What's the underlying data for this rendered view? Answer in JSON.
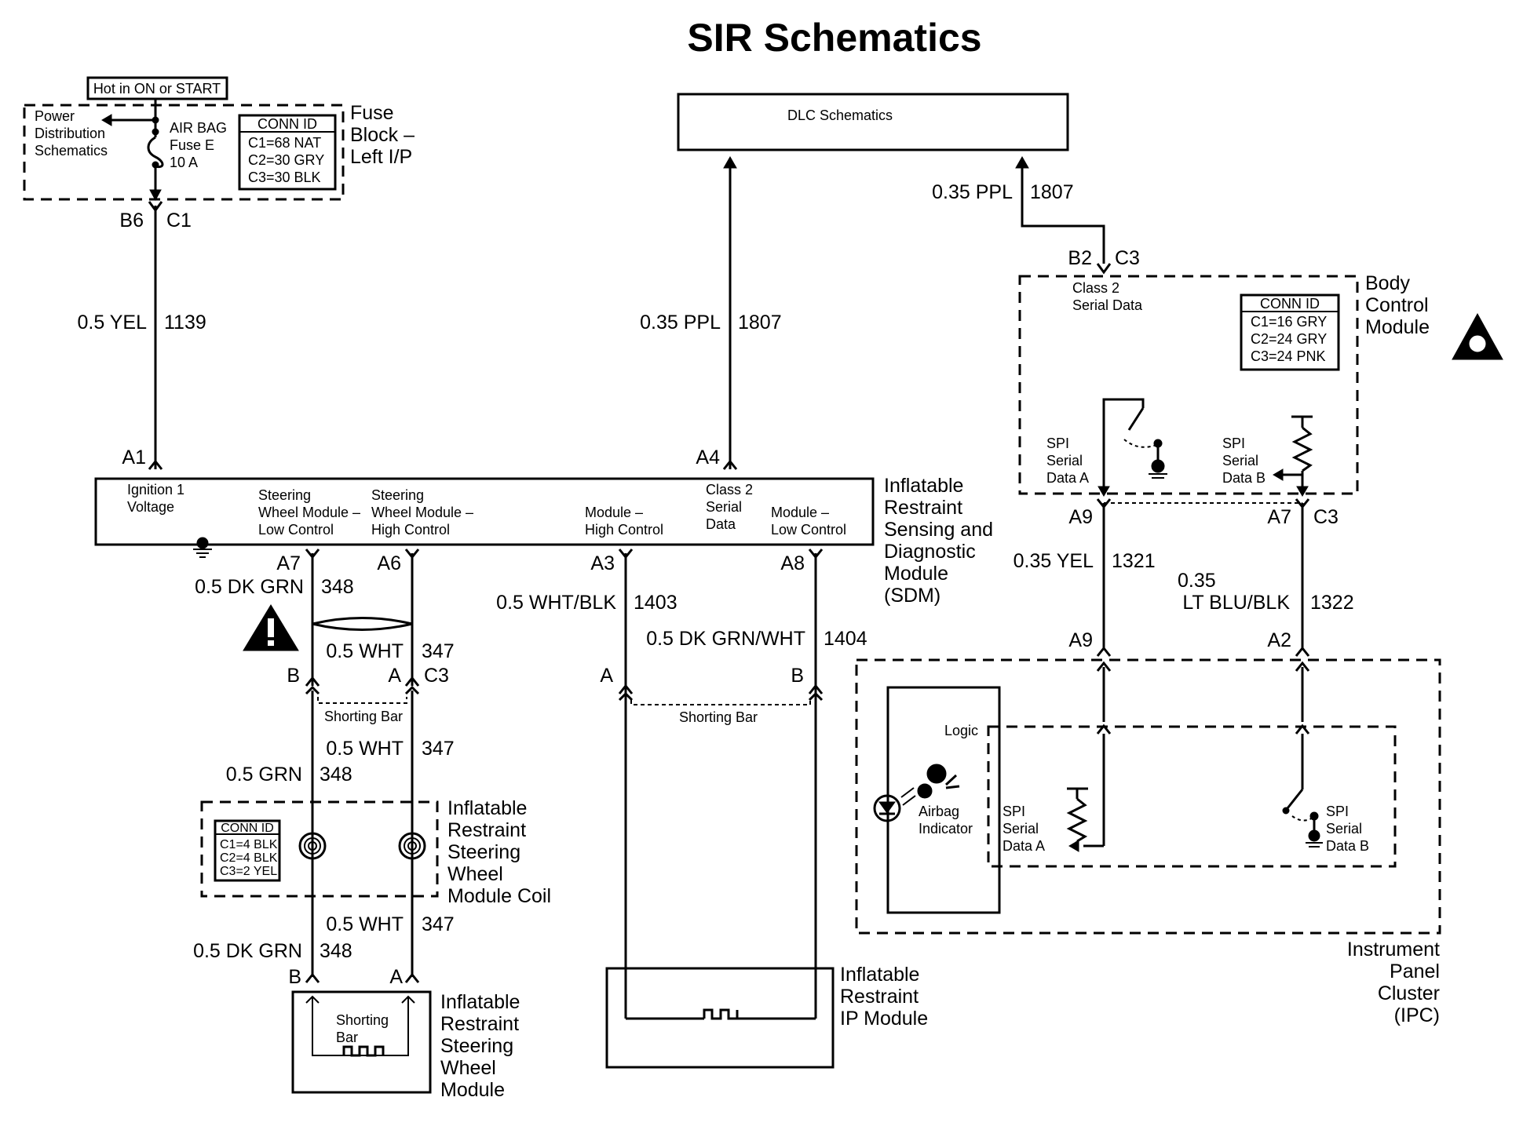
{
  "title": "SIR Schematics",
  "fuse_block": {
    "hot_label": "Hot in ON or START",
    "pds": [
      "Power",
      "Distribution",
      "Schematics"
    ],
    "fuse": [
      "AIR BAG",
      "Fuse E",
      "10 A"
    ],
    "conn_id": [
      "CONN ID",
      "C1=68 NAT",
      "C2=30 GRY",
      "C3=30 BLK"
    ],
    "name": [
      "Fuse",
      "Block –",
      "Left I/P"
    ]
  },
  "dlc": {
    "label": "DLC Schematics"
  },
  "bcm": {
    "name": [
      "Body",
      "Control",
      "Module"
    ],
    "class2": [
      "Class 2",
      "Serial Data"
    ],
    "conn_id": [
      "CONN ID",
      "C1=16 GRY",
      "C2=24 GRY",
      "C3=24 PNK"
    ],
    "spi_a": [
      "SPI",
      "Serial",
      "Data A"
    ],
    "spi_b": [
      "SPI",
      "Serial",
      "Data B"
    ]
  },
  "sdm": {
    "name": [
      "Inflatable",
      "Restraint",
      "Sensing and",
      "Diagnostic",
      "Module",
      "(SDM)"
    ],
    "pins": {
      "ign": [
        "Ignition 1",
        "Voltage"
      ],
      "sw_low": [
        "Steering",
        "Wheel Module –",
        "Low Control"
      ],
      "sw_high": [
        "Steering",
        "Wheel Module –",
        "High Control"
      ],
      "mod_high": [
        "Module –",
        "High Control"
      ],
      "class2": [
        "Class 2",
        "Serial",
        "Data"
      ],
      "mod_low": [
        "Module –",
        "Low Control"
      ]
    }
  },
  "coil": {
    "name": [
      "Inflatable",
      "Restraint",
      "Steering",
      "Wheel",
      "Module Coil"
    ],
    "conn_id": [
      "CONN ID",
      "C1=4 BLK",
      "C2=4 BLK",
      "C3=2 YEL"
    ]
  },
  "sw_module": {
    "name": [
      "Inflatable",
      "Restraint",
      "Steering",
      "Wheel",
      "Module"
    ],
    "shorting": [
      "Shorting",
      "Bar"
    ]
  },
  "ip_module": {
    "name": [
      "Inflatable",
      "Restraint",
      "IP Module"
    ]
  },
  "ipc": {
    "name": [
      "Instrument",
      "Panel",
      "Cluster",
      "(IPC)"
    ],
    "logic": "Logic",
    "indicator": [
      "Airbag",
      "Indicator"
    ],
    "spi_a": [
      "SPI",
      "Serial",
      "Data A"
    ],
    "spi_b": [
      "SPI",
      "Serial",
      "Data B"
    ]
  },
  "wire_labels": {
    "w1139": {
      "gauge": "0.5 YEL",
      "circuit": "1139"
    },
    "w1807_sdm": {
      "gauge": "0.35 PPL",
      "circuit": "1807"
    },
    "w1807_bcm": {
      "gauge": "0.35 PPL",
      "circuit": "1807"
    },
    "w348_top": {
      "gauge": "0.5 DK GRN",
      "circuit": "348"
    },
    "w347_top": {
      "gauge": "0.5 WHT",
      "circuit": "347"
    },
    "w347_mid": {
      "gauge": "0.5 WHT",
      "circuit": "347"
    },
    "w348_mid": {
      "gauge": "0.5 GRN",
      "circuit": "348"
    },
    "w347_bot": {
      "gauge": "0.5 WHT",
      "circuit": "347"
    },
    "w348_bot": {
      "gauge": "0.5 DK GRN",
      "circuit": "348"
    },
    "w1403": {
      "gauge": "0.5 WHT/BLK",
      "circuit": "1403"
    },
    "w1404": {
      "gauge": "0.5 DK GRN/WHT",
      "circuit": "1404"
    },
    "w1321": {
      "gauge": "0.35 YEL",
      "circuit": "1321"
    },
    "w1322": {
      "gauge": [
        "0.35",
        "LT BLU/BLK"
      ],
      "circuit": "1322"
    }
  },
  "shorting_bar": "Shorting Bar",
  "connectors": {
    "fuse_b6": "B6",
    "fuse_c1": "C1",
    "bcm_b2": "B2",
    "bcm_c3": "C3",
    "sdm_a1": "A1",
    "sdm_a4": "A4",
    "sdm_a7": "A7",
    "sdm_a6": "A6",
    "sdm_a3": "A3",
    "sdm_a8": "A8",
    "bcm_a9": "A9",
    "bcm_a7": "A7",
    "bcm_c3b": "C3",
    "coil_b": "B",
    "coil_a": "A",
    "coil_c3": "C3",
    "ip_a": "A",
    "ip_b": "B",
    "ipc_a9": "A9",
    "ipc_a2": "A2",
    "swm_b": "B",
    "swm_a": "A"
  }
}
